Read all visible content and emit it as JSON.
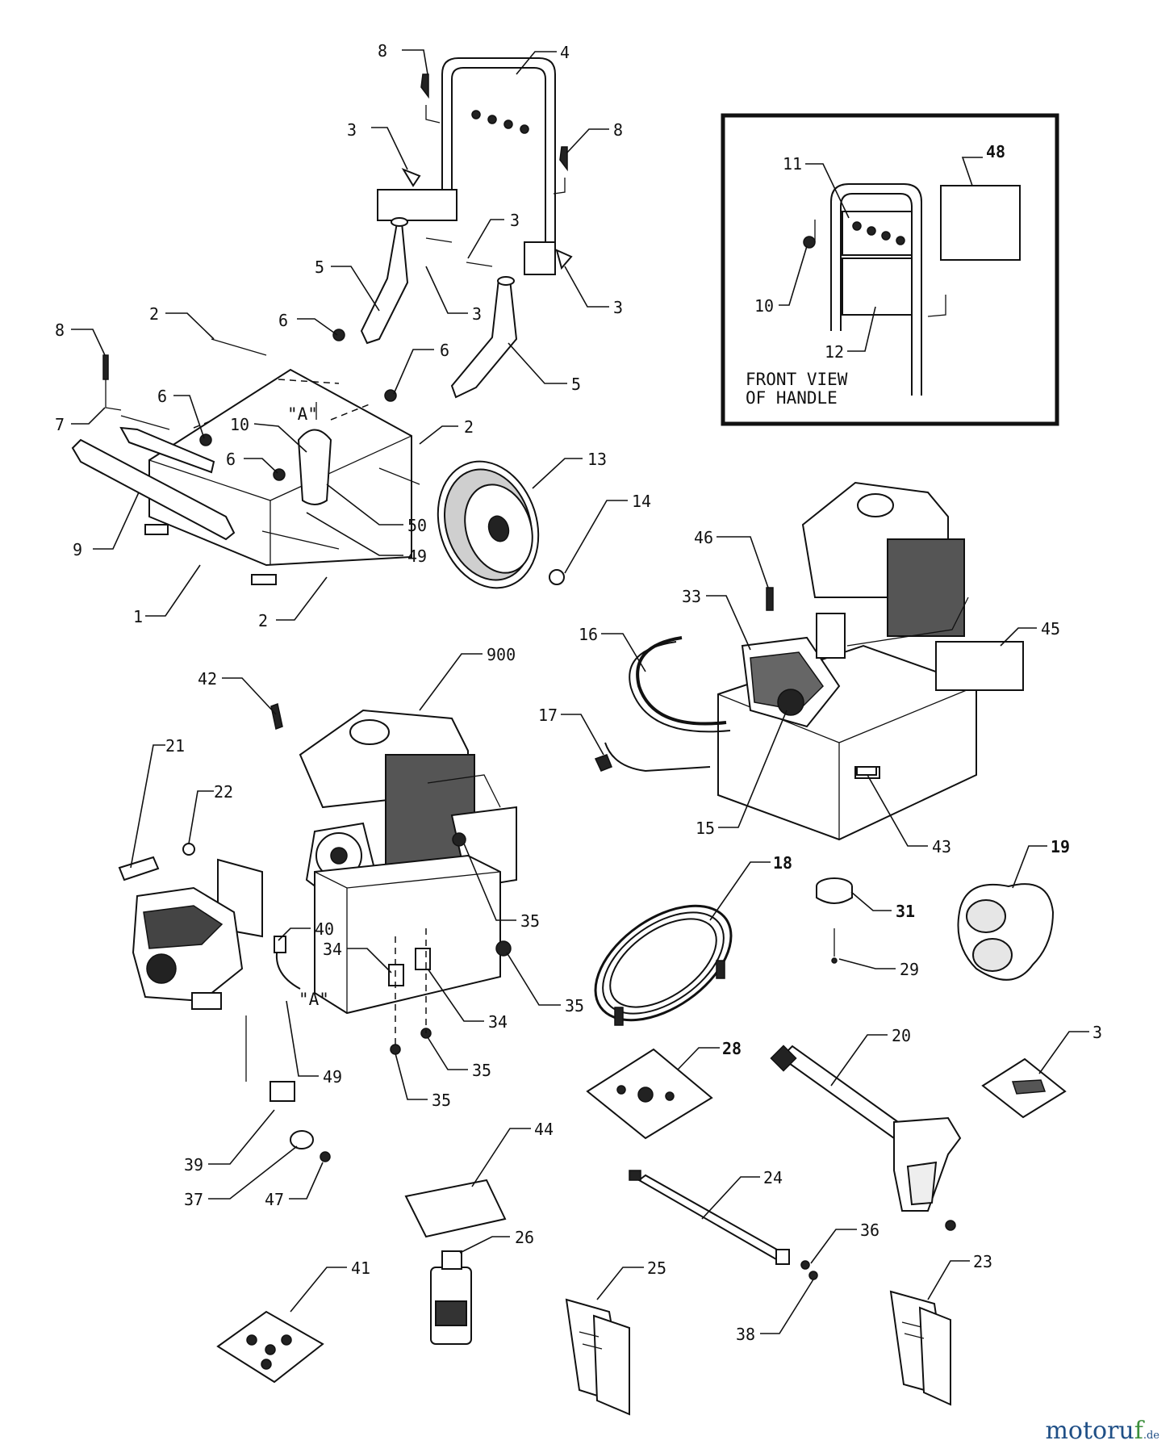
{
  "inset": {
    "caption_line1": "FRONT VIEW",
    "caption_line2": "OF HANDLE"
  },
  "marks": {
    "a_label": "\"A\""
  },
  "watermark": {
    "brand_main": "motoru",
    "brand_f": "f",
    "brand_tld": ".de"
  },
  "parts": [
    {
      "id": "p8a",
      "number": "8"
    },
    {
      "id": "p4",
      "number": "4"
    },
    {
      "id": "p8b",
      "number": "8"
    },
    {
      "id": "p3a",
      "number": "3"
    },
    {
      "id": "p3b",
      "number": "3"
    },
    {
      "id": "p3c",
      "number": "3"
    },
    {
      "id": "p3d",
      "number": "3"
    },
    {
      "id": "p5a",
      "number": "5"
    },
    {
      "id": "p5b",
      "number": "5"
    },
    {
      "id": "p2a",
      "number": "2"
    },
    {
      "id": "p6a",
      "number": "6"
    },
    {
      "id": "p6b",
      "number": "6"
    },
    {
      "id": "p6c",
      "number": "6"
    },
    {
      "id": "p6d",
      "number": "6"
    },
    {
      "id": "p8c",
      "number": "8"
    },
    {
      "id": "p7",
      "number": "7"
    },
    {
      "id": "p10a",
      "number": "10"
    },
    {
      "id": "p2b",
      "number": "2"
    },
    {
      "id": "p9",
      "number": "9"
    },
    {
      "id": "p50",
      "number": "50"
    },
    {
      "id": "p49a",
      "number": "49"
    },
    {
      "id": "p1",
      "number": "1"
    },
    {
      "id": "p2c",
      "number": "2"
    },
    {
      "id": "p13",
      "number": "13"
    },
    {
      "id": "p14",
      "number": "14"
    },
    {
      "id": "p11",
      "number": "11"
    },
    {
      "id": "p48",
      "number": "48"
    },
    {
      "id": "p10b",
      "number": "10"
    },
    {
      "id": "p12",
      "number": "12"
    },
    {
      "id": "p46",
      "number": "46"
    },
    {
      "id": "p33",
      "number": "33"
    },
    {
      "id": "p45",
      "number": "45"
    },
    {
      "id": "p16",
      "number": "16"
    },
    {
      "id": "p17",
      "number": "17"
    },
    {
      "id": "p15",
      "number": "15"
    },
    {
      "id": "p43",
      "number": "43"
    },
    {
      "id": "p900",
      "number": "900"
    },
    {
      "id": "p42",
      "number": "42"
    },
    {
      "id": "p21",
      "number": "21"
    },
    {
      "id": "p22",
      "number": "22"
    },
    {
      "id": "p35a",
      "number": "35"
    },
    {
      "id": "p40",
      "number": "40"
    },
    {
      "id": "p34a",
      "number": "34"
    },
    {
      "id": "p35b",
      "number": "35"
    },
    {
      "id": "p34b",
      "number": "34"
    },
    {
      "id": "p49b",
      "number": "49"
    },
    {
      "id": "p35c",
      "number": "35"
    },
    {
      "id": "p35d",
      "number": "35"
    },
    {
      "id": "p18",
      "number": "18"
    },
    {
      "id": "p19",
      "number": "19"
    },
    {
      "id": "p31",
      "number": "31"
    },
    {
      "id": "p29",
      "number": "29"
    },
    {
      "id": "p28",
      "number": "28"
    },
    {
      "id": "p20",
      "number": "20"
    },
    {
      "id": "p3e",
      "number": "3"
    },
    {
      "id": "p39",
      "number": "39"
    },
    {
      "id": "p37",
      "number": "37"
    },
    {
      "id": "p47",
      "number": "47"
    },
    {
      "id": "p44",
      "number": "44"
    },
    {
      "id": "p24",
      "number": "24"
    },
    {
      "id": "p36",
      "number": "36"
    },
    {
      "id": "p41",
      "number": "41"
    },
    {
      "id": "p26",
      "number": "26"
    },
    {
      "id": "p25",
      "number": "25"
    },
    {
      "id": "p38",
      "number": "38"
    },
    {
      "id": "p23",
      "number": "23"
    }
  ]
}
